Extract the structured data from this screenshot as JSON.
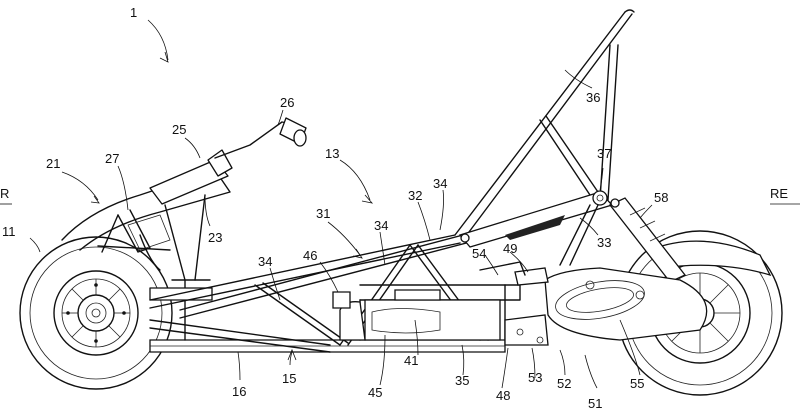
{
  "edge_labels": {
    "front": "R",
    "rear": "RE"
  },
  "labels": {
    "l1": "1",
    "l11": "11",
    "l13": "13",
    "l15": "15",
    "l16": "16",
    "l21": "21",
    "l23": "23",
    "l25": "25",
    "l26": "26",
    "l27": "27",
    "l31": "31",
    "l32": "32",
    "l33": "33",
    "l34a": "34",
    "l34b": "34",
    "l34c": "34",
    "l35": "35",
    "l36": "36",
    "l37": "37",
    "l41": "41",
    "l45": "45",
    "l46": "46",
    "l48": "48",
    "l49": "49",
    "l51": "51",
    "l52": "52",
    "l53": "53",
    "l54": "54",
    "l55": "55",
    "l58": "58"
  }
}
